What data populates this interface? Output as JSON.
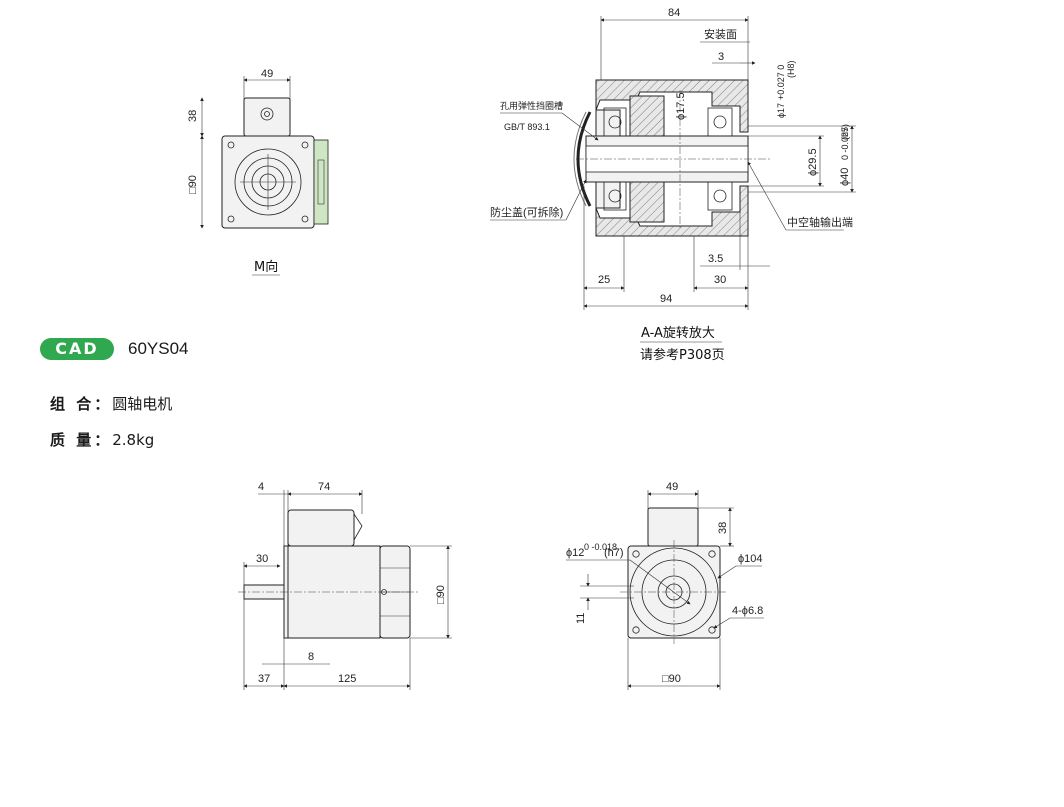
{
  "badge": {
    "label": "CAD",
    "color": "#2fa84f"
  },
  "model": "60YS04",
  "specs": [
    {
      "key": "组 合：",
      "value": "圆轴电机"
    },
    {
      "key": "质 量：",
      "value": "2.8kg"
    }
  ],
  "m_view": {
    "caption": "M向",
    "dims": {
      "top": "49",
      "terminal": "38",
      "square": "□90"
    }
  },
  "section_view": {
    "caption_line1": "A-A旋转放大",
    "caption_line2": "请参考P308页",
    "dims": {
      "overall": "84",
      "install": "安装面",
      "step": "3",
      "bore": "ϕ17",
      "bore_tol": "+0.027 0",
      "bore_fit": "(H8)",
      "hub": "ϕ17.5",
      "shaft": "ϕ29.5",
      "pilot": "ϕ40",
      "pilot_tol": "0 -0.025",
      "pilot_fit": "(h7)",
      "gap": "3.5",
      "left": "25",
      "right": "30",
      "total": "94"
    },
    "callouts": {
      "circlip": "孔用弹性挡圈槽",
      "standard": "GB/T 893.1",
      "cover": "防尘盖(可拆除)",
      "output": "中空轴输出端"
    }
  },
  "side_view": {
    "dims": {
      "flange": "4",
      "terminal_len": "74",
      "shaft_len": "30",
      "square": "□90",
      "step": "8",
      "shaft_total": "37",
      "body_len": "125"
    }
  },
  "front_view": {
    "dims": {
      "top": "49",
      "terminal": "38",
      "shaft": "ϕ12",
      "shaft_tol": "0 -0.018",
      "shaft_fit": "(h7)",
      "pcd": "ϕ104",
      "holes": "4-ϕ6.8",
      "key": "11",
      "square": "□90"
    }
  }
}
